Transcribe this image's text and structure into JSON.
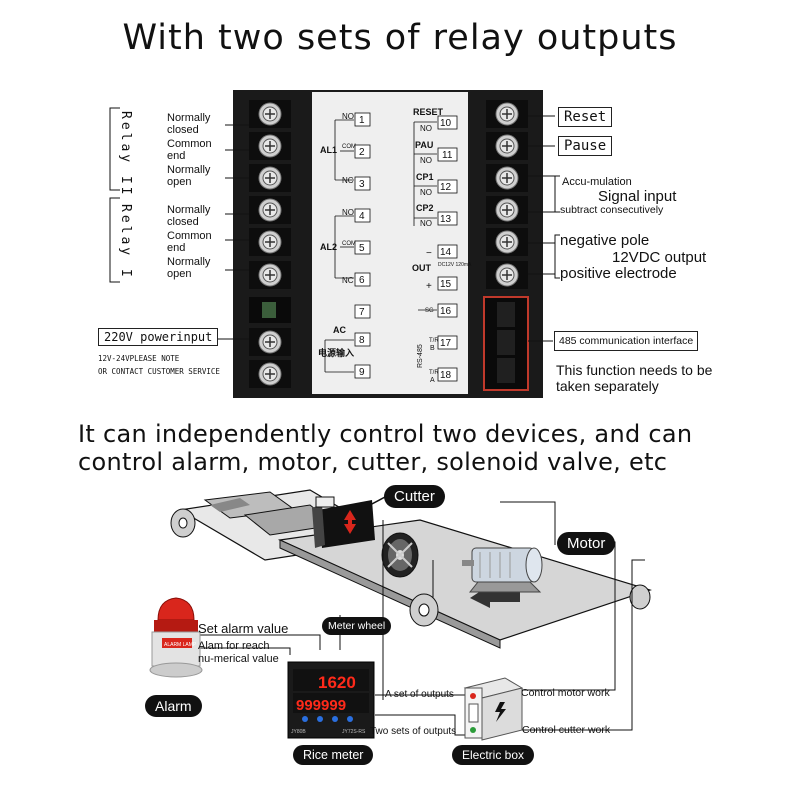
{
  "title": "With two sets of relay outputs",
  "left_labels": {
    "relay2": "Relay II",
    "relay1": "Relay I",
    "normally_closed_a": "Normally closed",
    "common_a": "Common end",
    "normally_open_a": "Normally open",
    "normally_closed_b": "Normally closed",
    "common_b": "Common end",
    "normally_open_b": "Normally open",
    "power_input": "220V powerinput",
    "power_note": "12V-24VPLEASE NOTE\nOR CONTACT CUSTOMER SERVICE"
  },
  "panel": {
    "no1": "NO",
    "n1": "1",
    "al1": "AL1",
    "com1": "COM",
    "n2": "2",
    "nc1": "NC",
    "n3": "3",
    "no2": "NO",
    "n4": "4",
    "al2": "AL2",
    "com2": "COM",
    "n5": "5",
    "nc2": "NC",
    "n6": "6",
    "n7": "7",
    "ac": "AC",
    "n8": "8",
    "power_cn": "电源输入",
    "n9": "9",
    "reset": "RESET",
    "reset_no": "NO",
    "n10": "10",
    "pau": "PAU",
    "pau_no": "NO",
    "n11": "11",
    "cp1": "CP1",
    "cp1_no": "NO",
    "n12": "12",
    "cp2": "CP2",
    "cp2_no": "NO",
    "n13": "13",
    "minus": "−",
    "n14": "14",
    "out": "OUT",
    "out_spec": "DC12V 120mA",
    "plus": "+",
    "n15": "15",
    "sg": "SG",
    "n16": "16",
    "rs485": "RS-485",
    "b": "B",
    "n17": "17",
    "a": "A",
    "n18": "18",
    "tr1": "T/R",
    "tr2": "T/R"
  },
  "right_labels": {
    "reset": "Reset",
    "pause": "Pause",
    "accu": "Accu-mulation",
    "signal_input": "Signal input",
    "subtract": "subtract consecutively",
    "negative": "negative pole",
    "output_12v": "12VDC output",
    "positive": "positive electrode",
    "comm": "485 communication interface",
    "note": "This function needs to be\ntaken separately"
  },
  "subtitle": "It can independently control two devices, and can\ncontrol alarm, motor, cutter, solenoid valve, etc",
  "diagram": {
    "cutter": "Cutter",
    "motor": "Motor",
    "meter_wheel": "Meter wheel",
    "set_alarm": "Set alarm value",
    "alam_reach": "Alam for reach\nnu-merical value",
    "alarm": "Alarm",
    "set_outputs": "A set of outputs",
    "two_sets": "Two sets of outputs",
    "control_motor": "Control motor work",
    "control_cutter": "Control cutter work",
    "rice_meter": "Rice meter",
    "electric_box": "Electric box",
    "display_top": "1620",
    "display_bottom": "999999",
    "device_left": "JY80B",
    "device_right": "JY72S-RS",
    "beacon_label": "ALARM LAMP"
  },
  "colors": {
    "panel_bg": "#1a1a1a",
    "panel_face": "#f2f2f2",
    "terminal_red": "#c0392b",
    "beacon_red": "#d9261c",
    "led_red": "#ff2a1a",
    "button_blue": "#2a6fe0"
  }
}
